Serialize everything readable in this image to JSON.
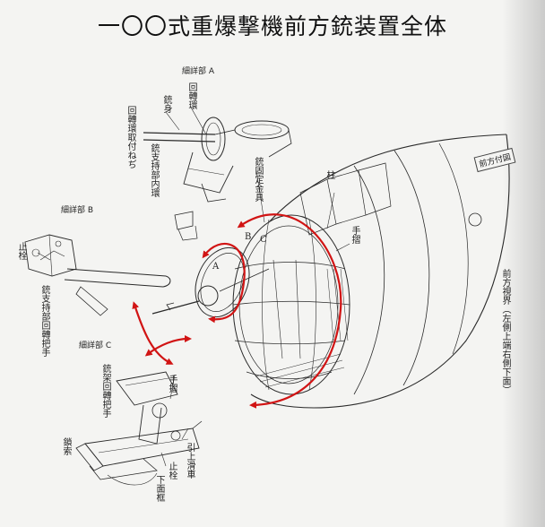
{
  "title": "一〇〇式重爆撃機前方銃装置全体",
  "detail_labels": {
    "a": "細詳部 A",
    "b": "細詳部 B",
    "c": "細詳部 C"
  },
  "part_labels": {
    "juushin": "銃身",
    "kaiten_kan": "回轉環",
    "kaiten_toritsuke_neji": "回轉環取付ねぢ",
    "juushiji_naikan": "銃支持部内環",
    "juu_kotei_kanagu": "銃固定金具",
    "hashira": "柱",
    "jutsu": "手摺",
    "kokuji": "止栓",
    "juushiji_kaiten_totte": "銃支持部回轉把手",
    "juuka_kaiten_totte": "銃架回轉把手",
    "tesuri": "手摺",
    "kusari": "鎖索",
    "hikiage_kassha": "引上滑車",
    "shisen": "止栓",
    "shita_mado": "下面框",
    "zenpou_shiya": "前方視界（左側上端右側下面）"
  },
  "letters": {
    "a": "A",
    "b": "B",
    "c": "C"
  },
  "box_label": "前方付図",
  "colors": {
    "ink": "#2a2a2a",
    "arrow": "#d11414",
    "paper": "#f4f4f2"
  }
}
